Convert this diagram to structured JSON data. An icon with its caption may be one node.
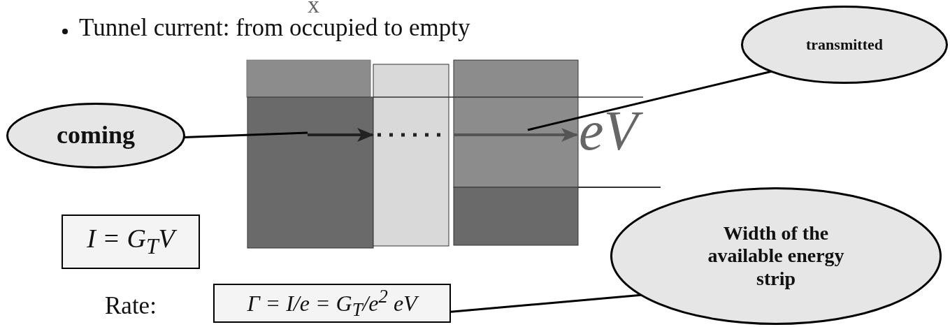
{
  "diagram": {
    "nodes": [
      {
        "text": [
          "coming"
        ]
      },
      {
        "text": [
          "transmitted"
        ]
      },
      {
        "text": [
          "Width of the available energy strip"
        ]
      },
      {
        "text": [
          "I = G$_{T}$V"
        ]
      },
      {
        "text": [
          "Γ = I/e = G$_{T}$/e$^{2}$ eV"
        ]
      }
    ],
    "edges": [
      {
        "from": 0,
        "to": null,
        "arrow": "none"
      },
      {
        "from": 1,
        "to": null,
        "arrow": "none"
      },
      {
        "from": 2,
        "to": 4,
        "arrow": "none"
      }
    ],
    "labels": [
      "x",
      "Tunnel current: from occupied to empty",
      "eV",
      "Rate:"
    ]
  }
}
